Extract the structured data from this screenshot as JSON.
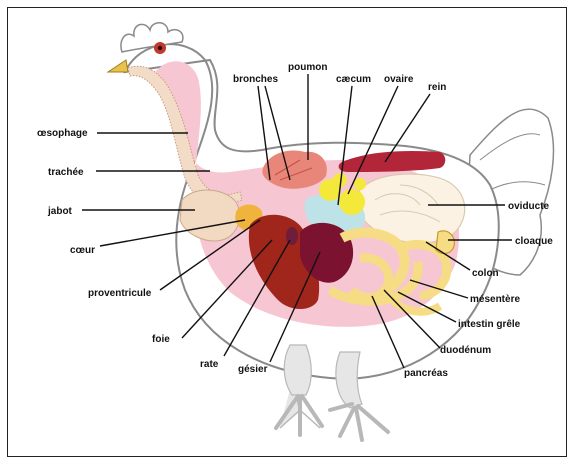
{
  "labels": {
    "oesophage": "œsophage",
    "trachee": "trachée",
    "jabot": "jabot",
    "coeur": "cœur",
    "proventricule": "proventricule",
    "foie": "foie",
    "rate": "rate",
    "gesier": "gésier",
    "bronches": "bronches",
    "poumon": "poumon",
    "caecum": "cæcum",
    "ovaire": "ovaire",
    "rein": "rein",
    "oviducte": "oviducte",
    "cloaque": "cloaque",
    "colon": "colon",
    "mesentere": "mésentère",
    "intestin_grele": "intestin grêle",
    "duodenum": "duodénum",
    "pancreas": "pancréas"
  },
  "colors": {
    "body_fill": "#ffffff",
    "body_outline": "#8a8a8a",
    "cavity": "#f7c6d3",
    "comb": "#ffffff",
    "eye": "#c0392b",
    "beak": "#e8c24a",
    "esophagus": "#f2dcc8",
    "crop": "#f2d9c2",
    "lung": "#e8867a",
    "kidney": "#b3263a",
    "ovary": "#f4e93a",
    "caecum": "#bde3e8",
    "oviduct": "#fbf2e4",
    "liver": "#a0251b",
    "gizzard": "#7a1230",
    "spleen": "#6e1e3a",
    "intestine": "#f6dc84",
    "intestine_outline": "#c89a2a",
    "heart": "#f0b43c",
    "leg": "#e6e6e6"
  }
}
